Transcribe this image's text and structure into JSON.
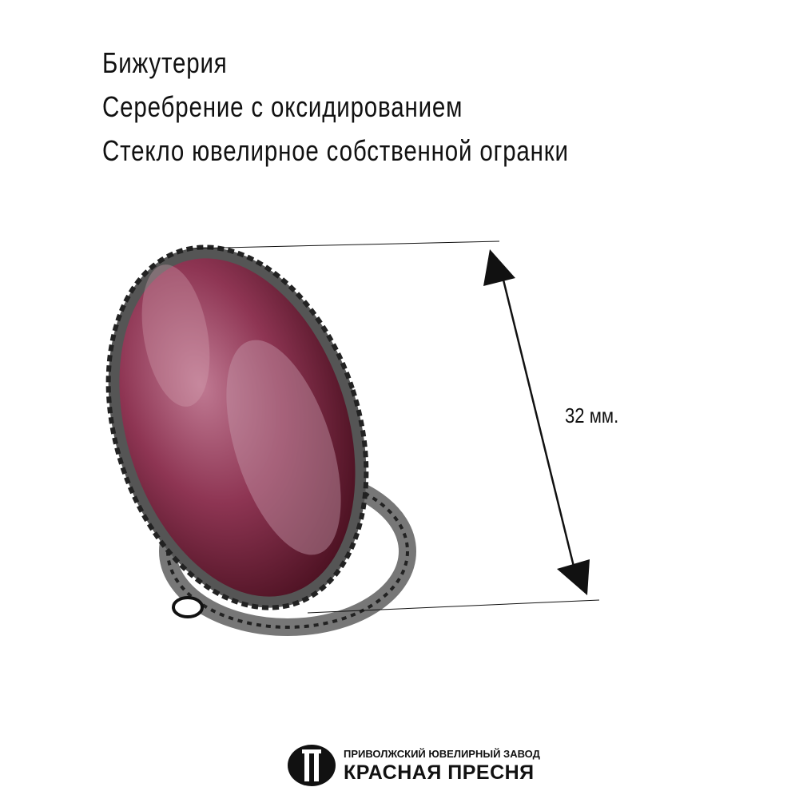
{
  "description": {
    "line1": "Бижутерия",
    "line2": "Серебрение с оксидированием",
    "line3": "Стекло ювелирное собственной огранки"
  },
  "dimension": {
    "label": "32 мм."
  },
  "brand": {
    "subtitle": "ПРИВОЛЖСКИЙ ЮВЕЛИРНЫЙ ЗАВОД",
    "name": "КРАСНАЯ ПРЕСНЯ"
  },
  "colors": {
    "stone": "#8a2a45",
    "metal": "#9a9a9a"
  }
}
